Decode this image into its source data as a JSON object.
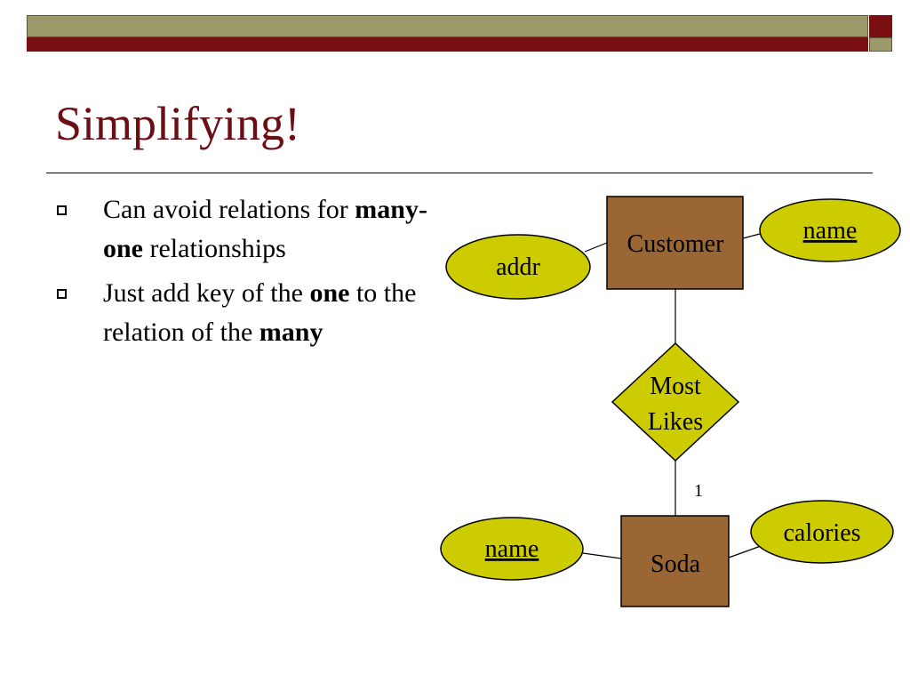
{
  "slide": {
    "title": "Simplifying!",
    "bullets": [
      {
        "parts": [
          {
            "text": "Can avoid relations for ",
            "bold": false
          },
          {
            "text": "many-one",
            "bold": true
          },
          {
            "text": " relationships",
            "bold": false
          }
        ]
      },
      {
        "parts": [
          {
            "text": "Just add key of the ",
            "bold": false
          },
          {
            "text": "one",
            "bold": true
          },
          {
            "text": " to the relation of the ",
            "bold": false
          },
          {
            "text": "many",
            "bold": true
          }
        ]
      }
    ]
  },
  "diagram": {
    "entities": {
      "customer": "Customer",
      "soda": "Soda"
    },
    "relationship": {
      "line1": "Most",
      "line2": "Likes"
    },
    "attributes": {
      "customer_name": "name",
      "customer_addr": "addr",
      "soda_name": "name",
      "soda_calories": "calories"
    },
    "cardinality": "1",
    "colors": {
      "entity_fill": "#9a6634",
      "attribute_fill": "#cccc00",
      "title": "#6b0f14"
    }
  }
}
